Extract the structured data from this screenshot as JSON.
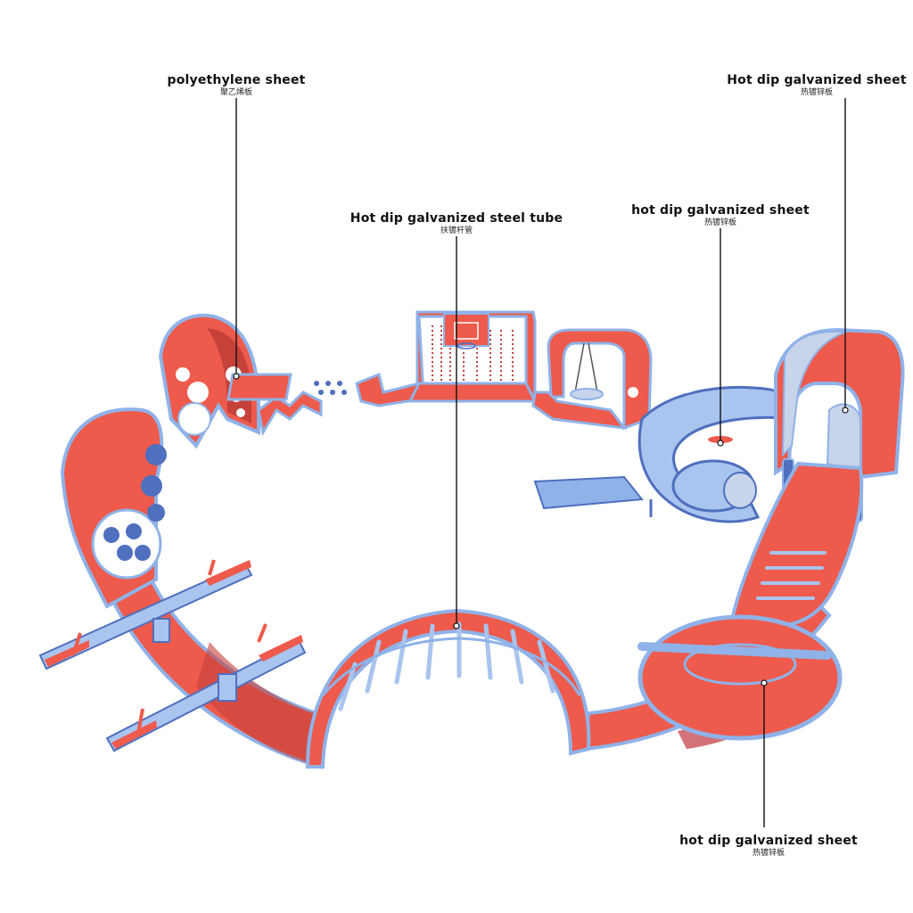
{
  "colors": {
    "coral": "#ee5a4c",
    "coral_dark": "#c5413a",
    "blue": "#8fb2e8",
    "blue_dark": "#4f6fbf",
    "leader": "#111111"
  },
  "callouts": {
    "polyethylene": {
      "en": "polyethylene sheet",
      "zh": "聚乙烯板"
    },
    "steel_tube": {
      "en": "Hot dip galvanized steel tube",
      "zh": "扶镀杆管"
    },
    "sheet_right": {
      "en": "hot dip galvanized sheet",
      "zh": "热镀锌板"
    },
    "sheet_top_right": {
      "en": "Hot dip galvanized sheet",
      "zh": "热镀锌板"
    },
    "sheet_bottom": {
      "en": "hot dip galvanized sheet",
      "zh": "热镀锌板"
    }
  },
  "icons": {
    "swing": "swing-icon",
    "slide": "tube-slide-icon",
    "seesaw": "seesaw-icon",
    "basketball_hoop": "basketball-hoop-icon",
    "turntable": "turntable-icon"
  }
}
